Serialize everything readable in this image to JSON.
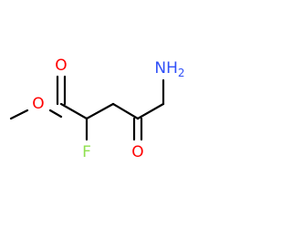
{
  "molecule": {
    "atoms": {
      "oxygen_carbonyl_ester": "O",
      "oxygen_ester": "O",
      "fluorine": "F",
      "oxygen_ketone": "O",
      "amine_symbol": "NH",
      "amine_subscript": "2"
    },
    "colors": {
      "bond": "#000000",
      "oxygen": "#ff0000",
      "fluorine": "#90e050",
      "nitrogen": "#3050f8"
    }
  }
}
